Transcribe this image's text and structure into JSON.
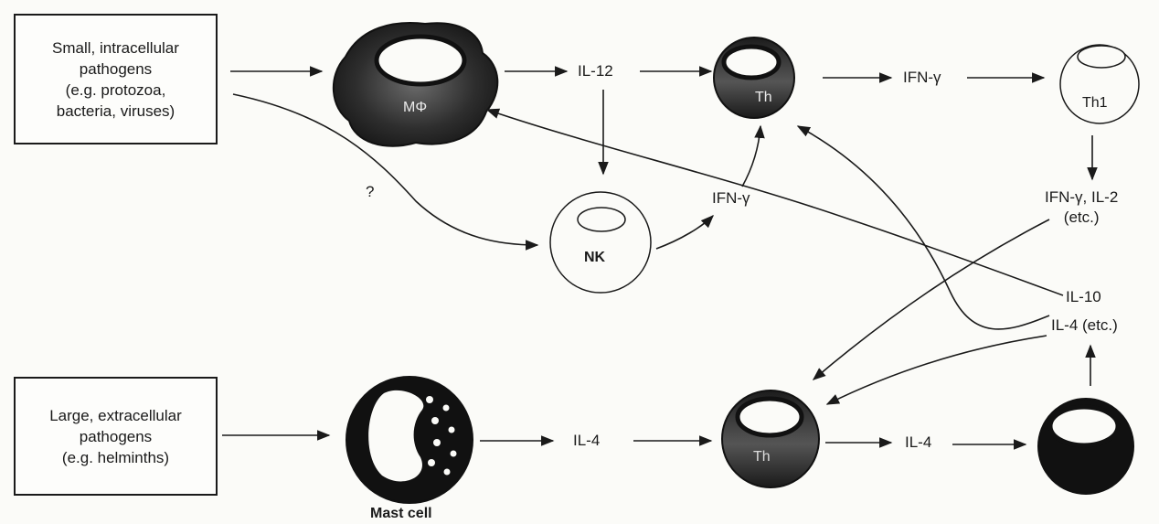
{
  "boxes": {
    "small_pathogens": "Small, intracellular\npathogens\n(e.g. protozoa,\nbacteria, viruses)",
    "large_pathogens": "Large, extracellular\npathogens\n(e.g. helminths)"
  },
  "cells": {
    "macrophage": "MΦ",
    "th_top": "Th",
    "th1": "Th1",
    "nk": "NK",
    "mast_cell": "Mast cell",
    "th_bottom": "Th"
  },
  "cytokines": {
    "il12": "IL-12",
    "ifn_top": "IFN-γ",
    "ifn_mid": "IFN-γ",
    "ifn_il2": "IFN-γ, IL-2\n(etc.)",
    "il10": "IL-10",
    "il4_etc": "IL-4 (etc.)",
    "il4_left": "IL-4",
    "il4_right": "IL-4",
    "question": "?"
  },
  "colors": {
    "ink": "#1a1a1a",
    "paper": "#fbfbf8",
    "dark_fill": "#111111",
    "mottled": "#3a3a3a"
  }
}
